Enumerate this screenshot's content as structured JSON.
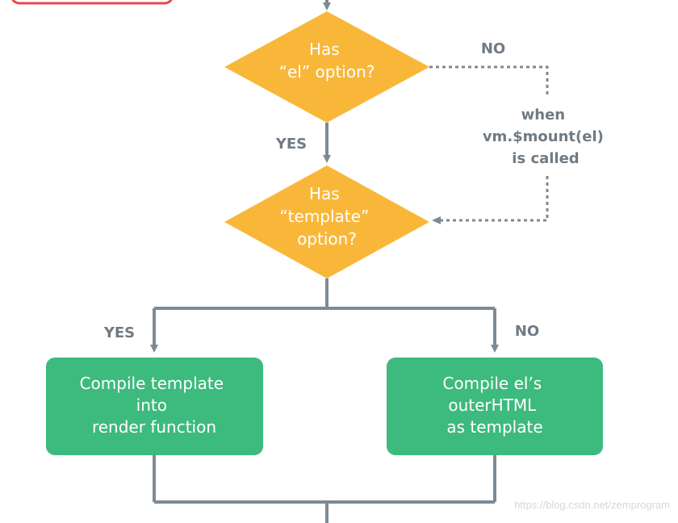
{
  "diamonds": [
    {
      "id": "el",
      "lines": [
        "Has",
        "“el” option?"
      ]
    },
    {
      "id": "template",
      "lines": [
        "Has",
        "“template”",
        "option?"
      ]
    }
  ],
  "edges": {
    "el_yes": "YES",
    "el_no": "NO",
    "when_mount": [
      "when",
      "vm.$mount(el)",
      "is called"
    ],
    "template_yes": "YES",
    "template_no": "NO"
  },
  "boxes": [
    {
      "id": "compile-template",
      "lines": [
        "Compile template",
        "into",
        "render function"
      ]
    },
    {
      "id": "compile-outer-html",
      "lines": [
        "Compile el’s",
        "outerHTML",
        "as template"
      ]
    }
  ],
  "watermark": "https://blog.csdn.net/zemprogram",
  "colors": {
    "diamond": "#f9b73a",
    "box": "#3dba7d",
    "line": "#7d8a96",
    "edge_text": "#6f7a84",
    "red_border": "#e4494f"
  }
}
